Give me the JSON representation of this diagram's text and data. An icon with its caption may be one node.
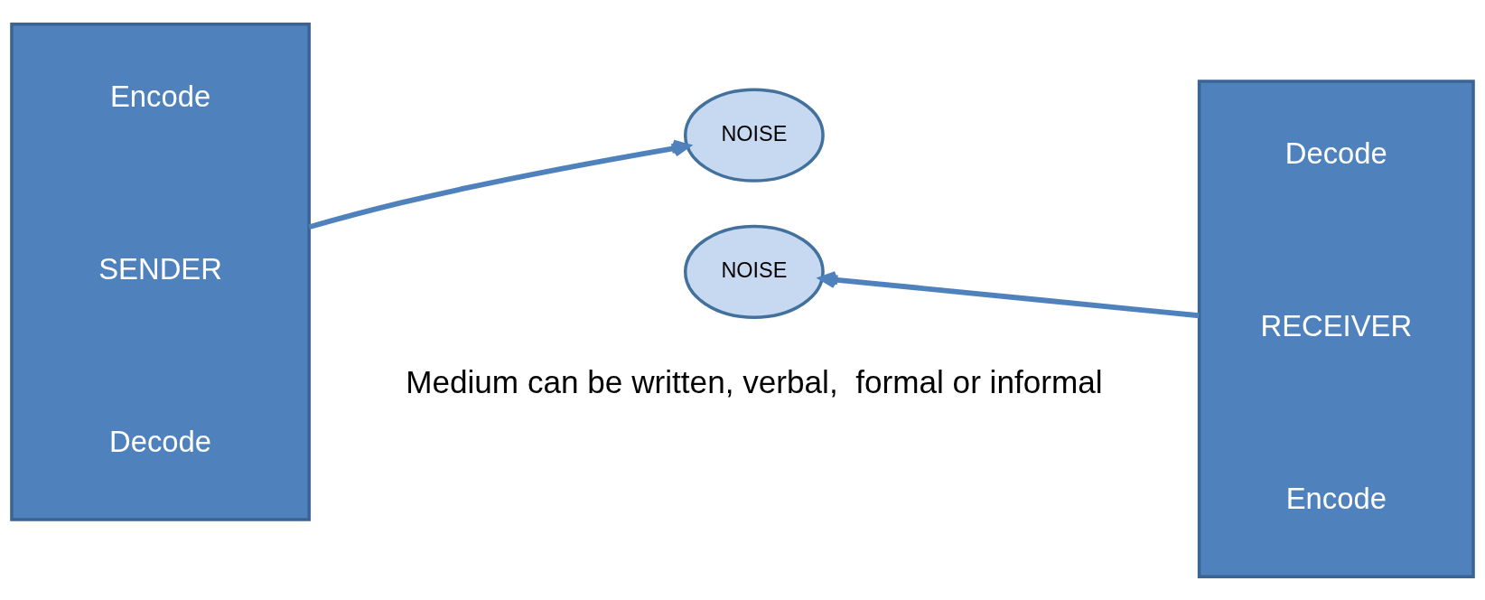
{
  "diagram": {
    "nodes": [
      {
        "text": [
          "Encode",
          "SENDER",
          "Decode"
        ]
      },
      {
        "text": [
          "Decode",
          "RECEIVER",
          "Encode"
        ]
      },
      {
        "text": [
          "NOISE"
        ]
      },
      {
        "text": [
          "NOISE"
        ]
      }
    ],
    "edges": [
      {
        "from": 0,
        "to": 2,
        "arrow": "to"
      },
      {
        "from": 1,
        "to": 3,
        "arrow": "to"
      }
    ],
    "labels": [
      "Medium can be written, verbal,  formal or informal"
    ]
  }
}
